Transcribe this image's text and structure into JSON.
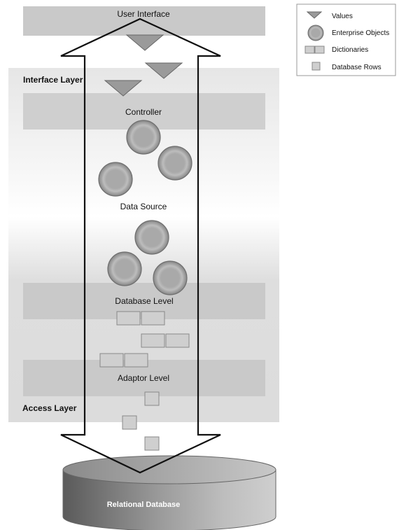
{
  "bands": {
    "user_interface": "User Interface",
    "controller": "Controller",
    "data_source": "Data Source",
    "database_level": "Database Level",
    "adaptor_level": "Adaptor Level"
  },
  "layers": {
    "interface": "Interface Layer",
    "access": "Access Layer"
  },
  "database": {
    "label": "Relational Database"
  },
  "legend": {
    "values": "Values",
    "enterprise_objects": "Enterprise Objects",
    "dictionaries": "Dictionaries",
    "database_rows": "Database Rows"
  }
}
